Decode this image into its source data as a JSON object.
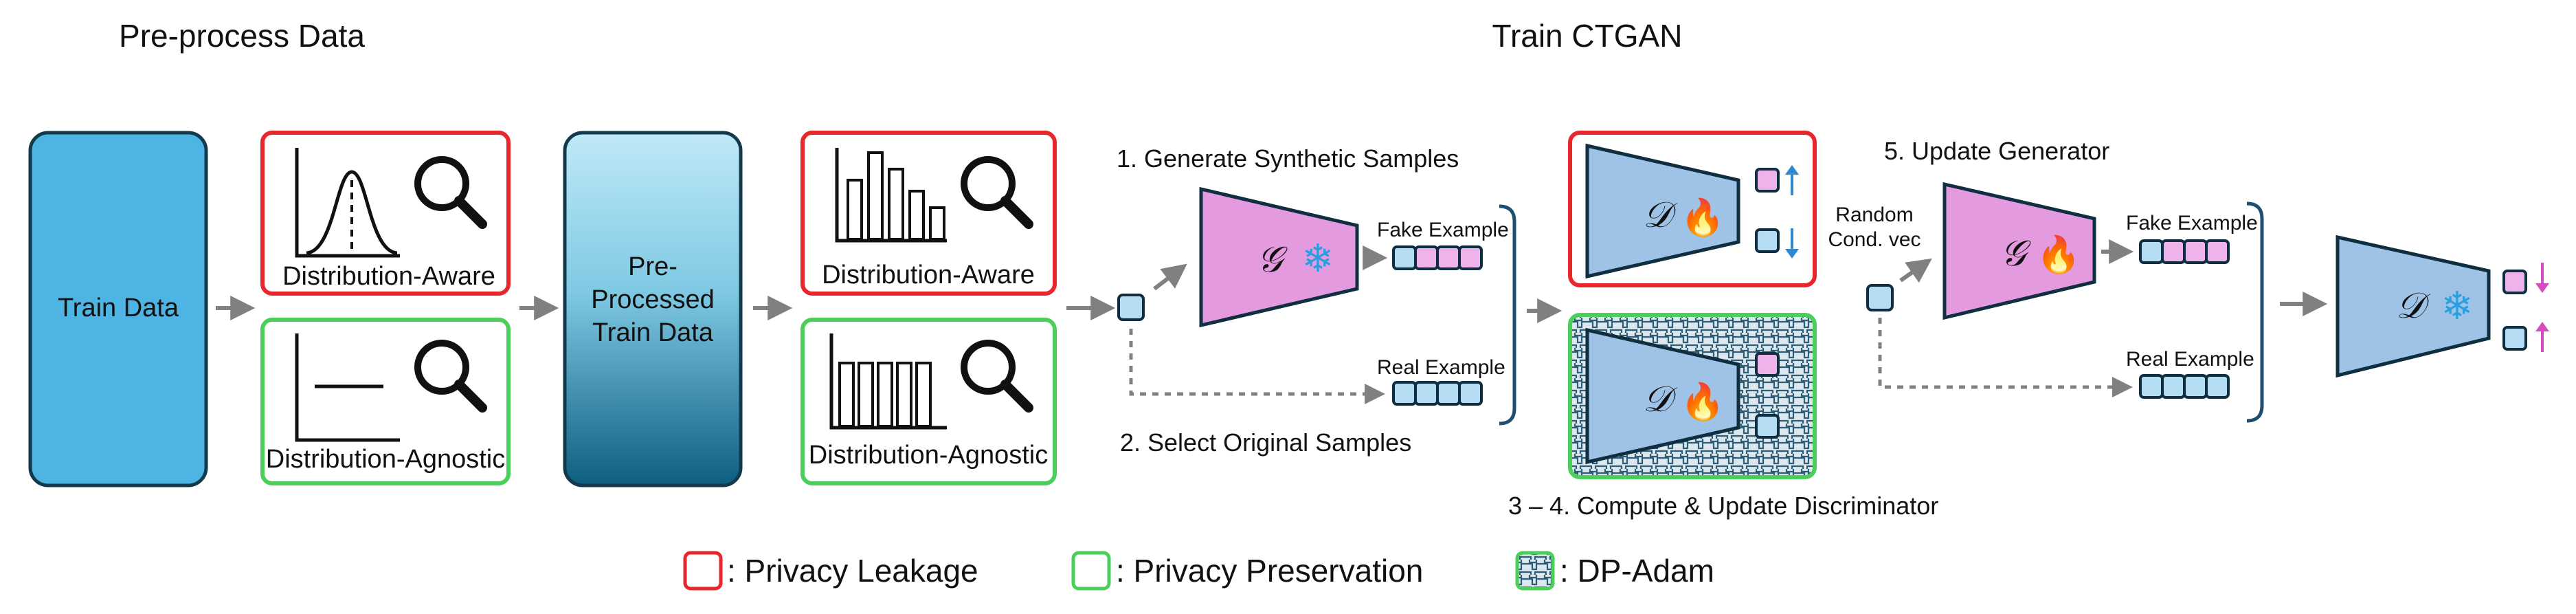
{
  "sections": {
    "preprocess_title": "Pre-process Data",
    "train_title": "Train CTGAN"
  },
  "boxes": {
    "train_data": "Train Data",
    "preprocessed_line1": "Pre-",
    "preprocessed_line2": "Processed",
    "preprocessed_line3": "Train Data",
    "dist_aware": "Distribution-Aware",
    "dist_agnostic": "Distribution-Agnostic"
  },
  "steps": {
    "step1": "1. Generate Synthetic Samples",
    "step2": "2. Select Original Samples",
    "step34": "3 – 4. Compute & Update Discriminator",
    "step5": "5. Update Generator"
  },
  "labels": {
    "fake_example": "Fake Example",
    "real_example": "Real Example",
    "random_line1": "Random",
    "random_line2": "Cond. vec",
    "generator_symbol": "𝒢",
    "discriminator_symbol": "𝒟",
    "frozen_glyph": "❄",
    "training_glyph": "🔥"
  },
  "legend": {
    "privacy_leakage": ": Privacy Leakage",
    "privacy_preservation": ": Privacy Preservation",
    "dp_adam": ": DP-Adam"
  },
  "colors": {
    "leakage_border": "#e8262b",
    "preservation_border": "#4ccf5a",
    "train_box": "#4db4e4",
    "generator_fill": "#e49adf",
    "discriminator_fill": "#9ec3e6",
    "vector_cell": "#b4dcf2",
    "fake_cell": "#efb3ec",
    "arrow": "#808080",
    "up_arrow": "#2f88d4",
    "down_arrow_pink": "#d64bbf"
  },
  "icons": [
    "bell-curve-chart-icon",
    "flat-line-chart-icon",
    "bar-chart-icon",
    "uniform-bar-chart-icon",
    "magnifier-icon",
    "snowflake-icon",
    "flame-icon",
    "up-arrow-icon",
    "down-arrow-icon"
  ]
}
